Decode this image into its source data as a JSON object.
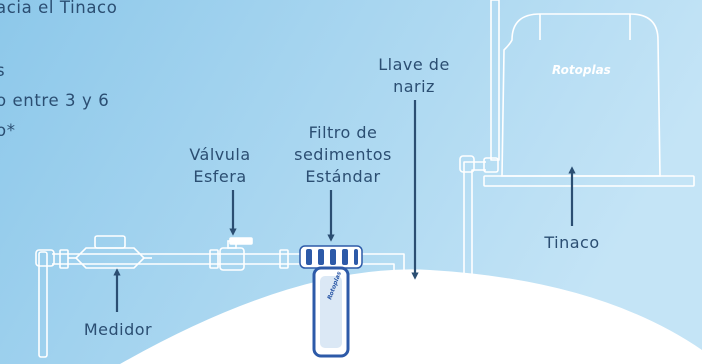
{
  "side_text": {
    "line1": "acia el Tinaco",
    "line2": "s",
    "line3": "o entre 3 y 6",
    "line4": "o*"
  },
  "labels": {
    "llave": [
      "Llave de",
      "nariz"
    ],
    "filtro": [
      "Filtro de",
      "sedimentos",
      "Estándar"
    ],
    "valvula": [
      "Válvula",
      "Esfera"
    ],
    "tinaco": "Tinaco",
    "medidor": "Medidor"
  },
  "brand": {
    "tank_logo": "Rotoplas",
    "filter_logo": "Rotoplas"
  },
  "colors": {
    "background_left": "#8dc8ea",
    "background_right": "#c4e4f6",
    "ground": "#ffffff",
    "pipe_outline": "#ffffff",
    "text": "#2b4e72",
    "filter_body": "#2d5aa8"
  },
  "icons": [
    "arrow-icon",
    "faucet-icon",
    "valve-icon",
    "meter-icon",
    "filter-icon",
    "tank-icon"
  ]
}
